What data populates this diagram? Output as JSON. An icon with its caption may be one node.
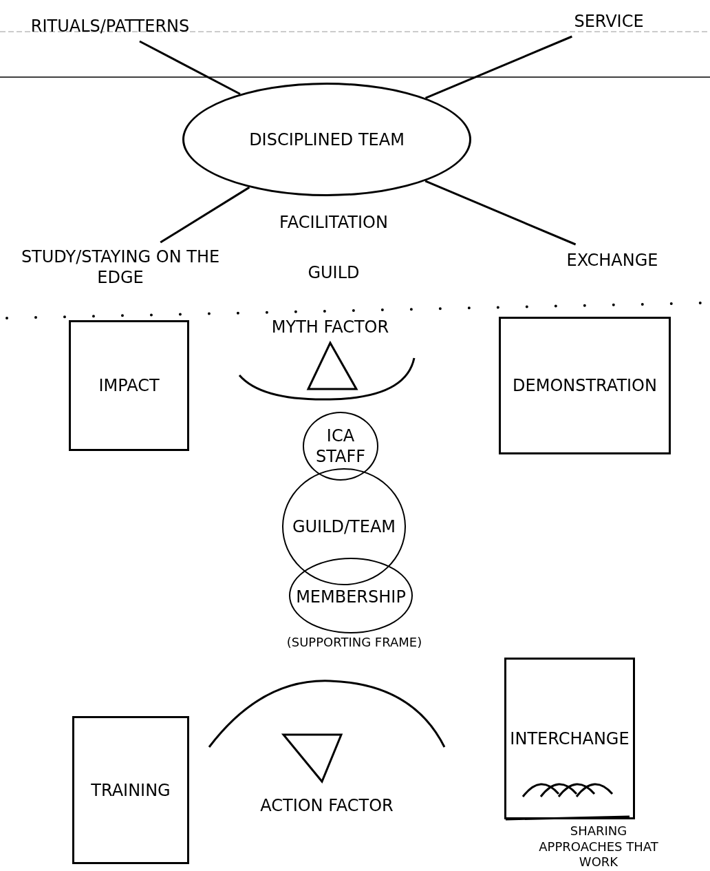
{
  "diagram": {
    "nodes": [
      {
        "text": [
          "DISCIPLINED TEAM"
        ]
      },
      {
        "text": [
          "RITUALS/PATTERNS"
        ]
      },
      {
        "text": [
          "SERVICE"
        ]
      },
      {
        "text": [
          "STUDY/STAYING ON THE EDGE"
        ]
      },
      {
        "text": [
          "EXCHANGE"
        ]
      },
      {
        "text": [
          "IMPACT"
        ]
      },
      {
        "text": [
          "DEMONSTRATION"
        ]
      },
      {
        "text": [
          "MYTH FACTOR"
        ]
      },
      {
        "text": [
          "ICA STAFF"
        ]
      },
      {
        "text": [
          "GUILD/TEAM"
        ]
      },
      {
        "text": [
          "MEMBERSHIP"
        ],
        "beside": [
          "(SUPPORTING FRAME)"
        ]
      },
      {
        "text": [
          "TRAINING"
        ]
      },
      {
        "text": [
          "ACTION FACTOR"
        ]
      },
      {
        "text": [
          "INTERCHANGE"
        ],
        "beside": [
          "SHARING APPROACHES THAT WORK"
        ]
      }
    ],
    "edges": [
      {
        "from": 1,
        "to": 0,
        "arrow": "none"
      },
      {
        "from": 2,
        "to": 0,
        "arrow": "none"
      },
      {
        "from": 3,
        "to": 0,
        "arrow": "none"
      },
      {
        "from": 4,
        "to": 0,
        "arrow": "none"
      }
    ],
    "labels": [
      "FACILITATION",
      "GUILD"
    ]
  }
}
